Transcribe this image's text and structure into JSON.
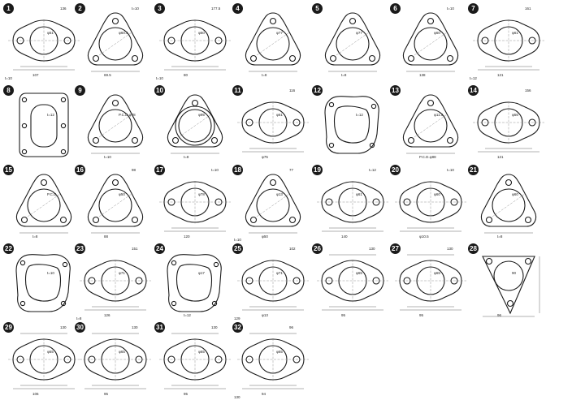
{
  "parts": [
    {
      "num": "1",
      "shape": "oval2",
      "dims": [
        "φ51",
        "107",
        "136",
        "t=10"
      ]
    },
    {
      "num": "2",
      "shape": "tri3",
      "dims": [
        "φ60.5",
        "69.5",
        "t=10"
      ]
    },
    {
      "num": "3",
      "shape": "oval2",
      "dims": [
        "φ50",
        "80",
        "177.5",
        "t=10"
      ]
    },
    {
      "num": "4",
      "shape": "tri3",
      "dims": [
        "φ77",
        "t=8"
      ]
    },
    {
      "num": "5",
      "shape": "tri3",
      "dims": [
        "φ77",
        "t=8"
      ]
    },
    {
      "num": "6",
      "shape": "tri3",
      "dims": [
        "φ60",
        "138",
        "t=10"
      ]
    },
    {
      "num": "7",
      "shape": "oval2",
      "dims": [
        "φ61",
        "121",
        "161",
        "t=12"
      ]
    },
    {
      "num": "8",
      "shape": "long",
      "dims": [
        "t=12"
      ]
    },
    {
      "num": "9",
      "shape": "tri3",
      "dims": [
        "P.C.D.φ78",
        "t=10"
      ]
    },
    {
      "num": "10",
      "shape": "gear",
      "dims": [
        "φ95",
        "t=8"
      ]
    },
    {
      "num": "11",
      "shape": "oval2",
      "dims": [
        "φ61",
        "φ75",
        "116"
      ]
    },
    {
      "num": "12",
      "shape": "plate",
      "dims": [
        "t=12"
      ]
    },
    {
      "num": "13",
      "shape": "tri3",
      "dims": [
        "φ11.5",
        "P.C.D.φ88"
      ]
    },
    {
      "num": "14",
      "shape": "oval2",
      "dims": [
        "φ56",
        "121",
        "156"
      ]
    },
    {
      "num": "15",
      "shape": "tri3",
      "dims": [
        "P.C.D.",
        "t=8"
      ]
    },
    {
      "num": "16",
      "shape": "tri3",
      "dims": [
        "φ50",
        "88",
        "98"
      ]
    },
    {
      "num": "17",
      "shape": "oval2",
      "dims": [
        "φ78",
        "120",
        "t=10"
      ]
    },
    {
      "num": "18",
      "shape": "tri3",
      "dims": [
        "φ13",
        "φ50",
        "77",
        "t=10"
      ]
    },
    {
      "num": "19",
      "shape": "oval2",
      "dims": [
        "φ61",
        "140",
        "t=12"
      ]
    },
    {
      "num": "20",
      "shape": "oval2",
      "dims": [
        "φ60",
        "φ10.5",
        "t=10"
      ]
    },
    {
      "num": "21",
      "shape": "tri3",
      "dims": [
        "φ60",
        "t=8"
      ]
    },
    {
      "num": "22",
      "shape": "plate",
      "dims": [
        "t=10"
      ]
    },
    {
      "num": "23",
      "shape": "oval2",
      "dims": [
        "φ71",
        "126",
        "151",
        "t=8"
      ]
    },
    {
      "num": "24",
      "shape": "plate",
      "dims": [
        "φ17",
        "t=12"
      ]
    },
    {
      "num": "25",
      "shape": "oval2",
      "dims": [
        "φ71",
        "φ13",
        "102",
        "129"
      ]
    },
    {
      "num": "26",
      "shape": "oval2s",
      "dims": [
        "φ65",
        "95",
        "130"
      ]
    },
    {
      "num": "27",
      "shape": "oval2s",
      "dims": [
        "φ65",
        "95",
        "130"
      ]
    },
    {
      "num": "28",
      "shape": "trisec",
      "dims": [
        "90",
        "96"
      ]
    },
    {
      "num": "29",
      "shape": "oval2s",
      "dims": [
        "φ65",
        "106",
        "130"
      ]
    },
    {
      "num": "30",
      "shape": "oval2s",
      "dims": [
        "φ65",
        "95",
        "130"
      ]
    },
    {
      "num": "31",
      "shape": "oval2s",
      "dims": [
        "φ65",
        "95",
        "130"
      ]
    },
    {
      "num": "32",
      "shape": "oval2s",
      "dims": [
        "φ65",
        "94",
        "96",
        "130"
      ]
    }
  ]
}
